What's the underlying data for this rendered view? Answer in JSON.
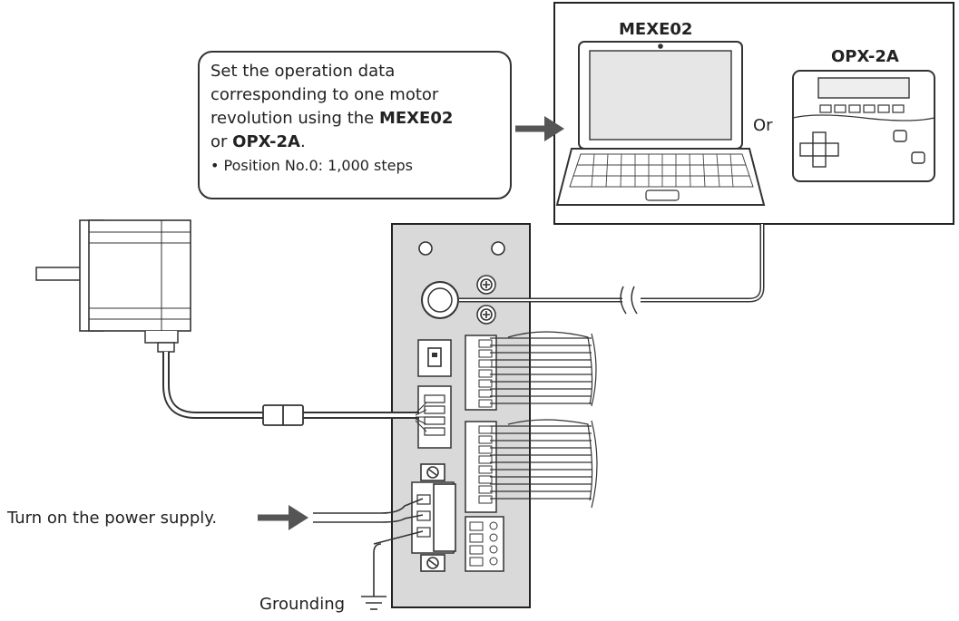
{
  "callout": {
    "line1": "Set the operation data",
    "line2": "corresponding to one motor",
    "line3_pre": "revolution using the ",
    "line3_bold": "MEXE02",
    "line4_pre": "or ",
    "line4_bold": "OPX-2A",
    "line4_post": ".",
    "note": "• Position No.0: 1,000 steps"
  },
  "labels": {
    "mexe02": "MEXE02",
    "opx2a": "OPX-2A",
    "or": "Or",
    "power": "Turn on the power supply.",
    "grounding": "Grounding"
  },
  "colors": {
    "arrow": "#555555",
    "line": "#333333",
    "panel": "#d9d9d9"
  }
}
